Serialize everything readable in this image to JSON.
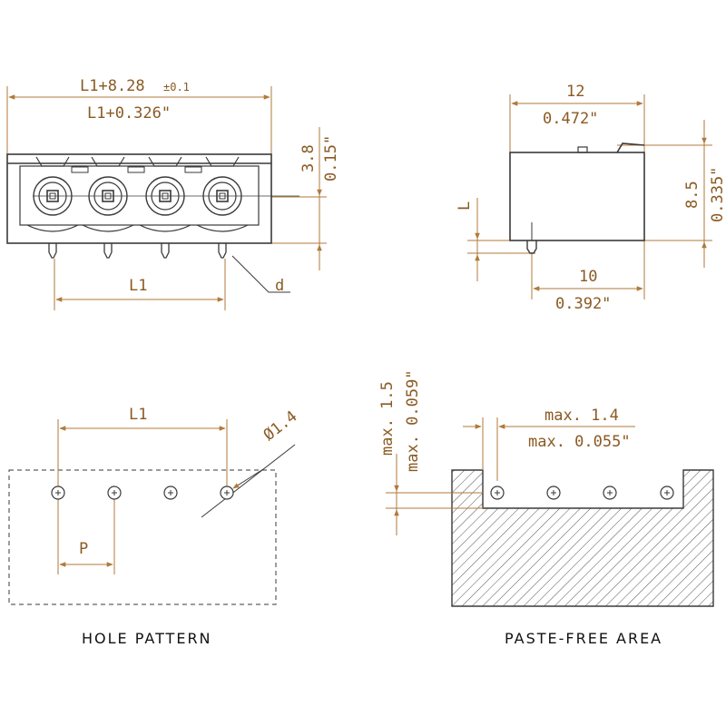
{
  "colors": {
    "outline": "#3a3a3a",
    "dimension": "#b07a3a",
    "text": "#8a5a22",
    "caption": "#111111"
  },
  "front_view": {
    "overall_length_mm": "L1+8.28",
    "overall_tolerance": "±0.1",
    "overall_length_in": "L1+0.326\"",
    "height_mm": "3.8",
    "height_in": "0.15\"",
    "pitch_span": "L1",
    "pin_label": "d"
  },
  "side_view": {
    "width_mm": "12",
    "width_in": "0.472\"",
    "height_mm": "8.5",
    "height_in": "0.335\"",
    "pin_length": "L",
    "base_mm": "10",
    "base_in": "0.392\""
  },
  "hole_pattern": {
    "span": "L1",
    "diameter": "Ø1.4",
    "pitch": "P",
    "caption": "HOLE PATTERN"
  },
  "paste_free": {
    "v_mm": "max. 1.5",
    "v_in": "max. 0.059\"",
    "h_mm": "max. 1.4",
    "h_in": "max. 0.055\"",
    "caption": "PASTE-FREE AREA"
  }
}
